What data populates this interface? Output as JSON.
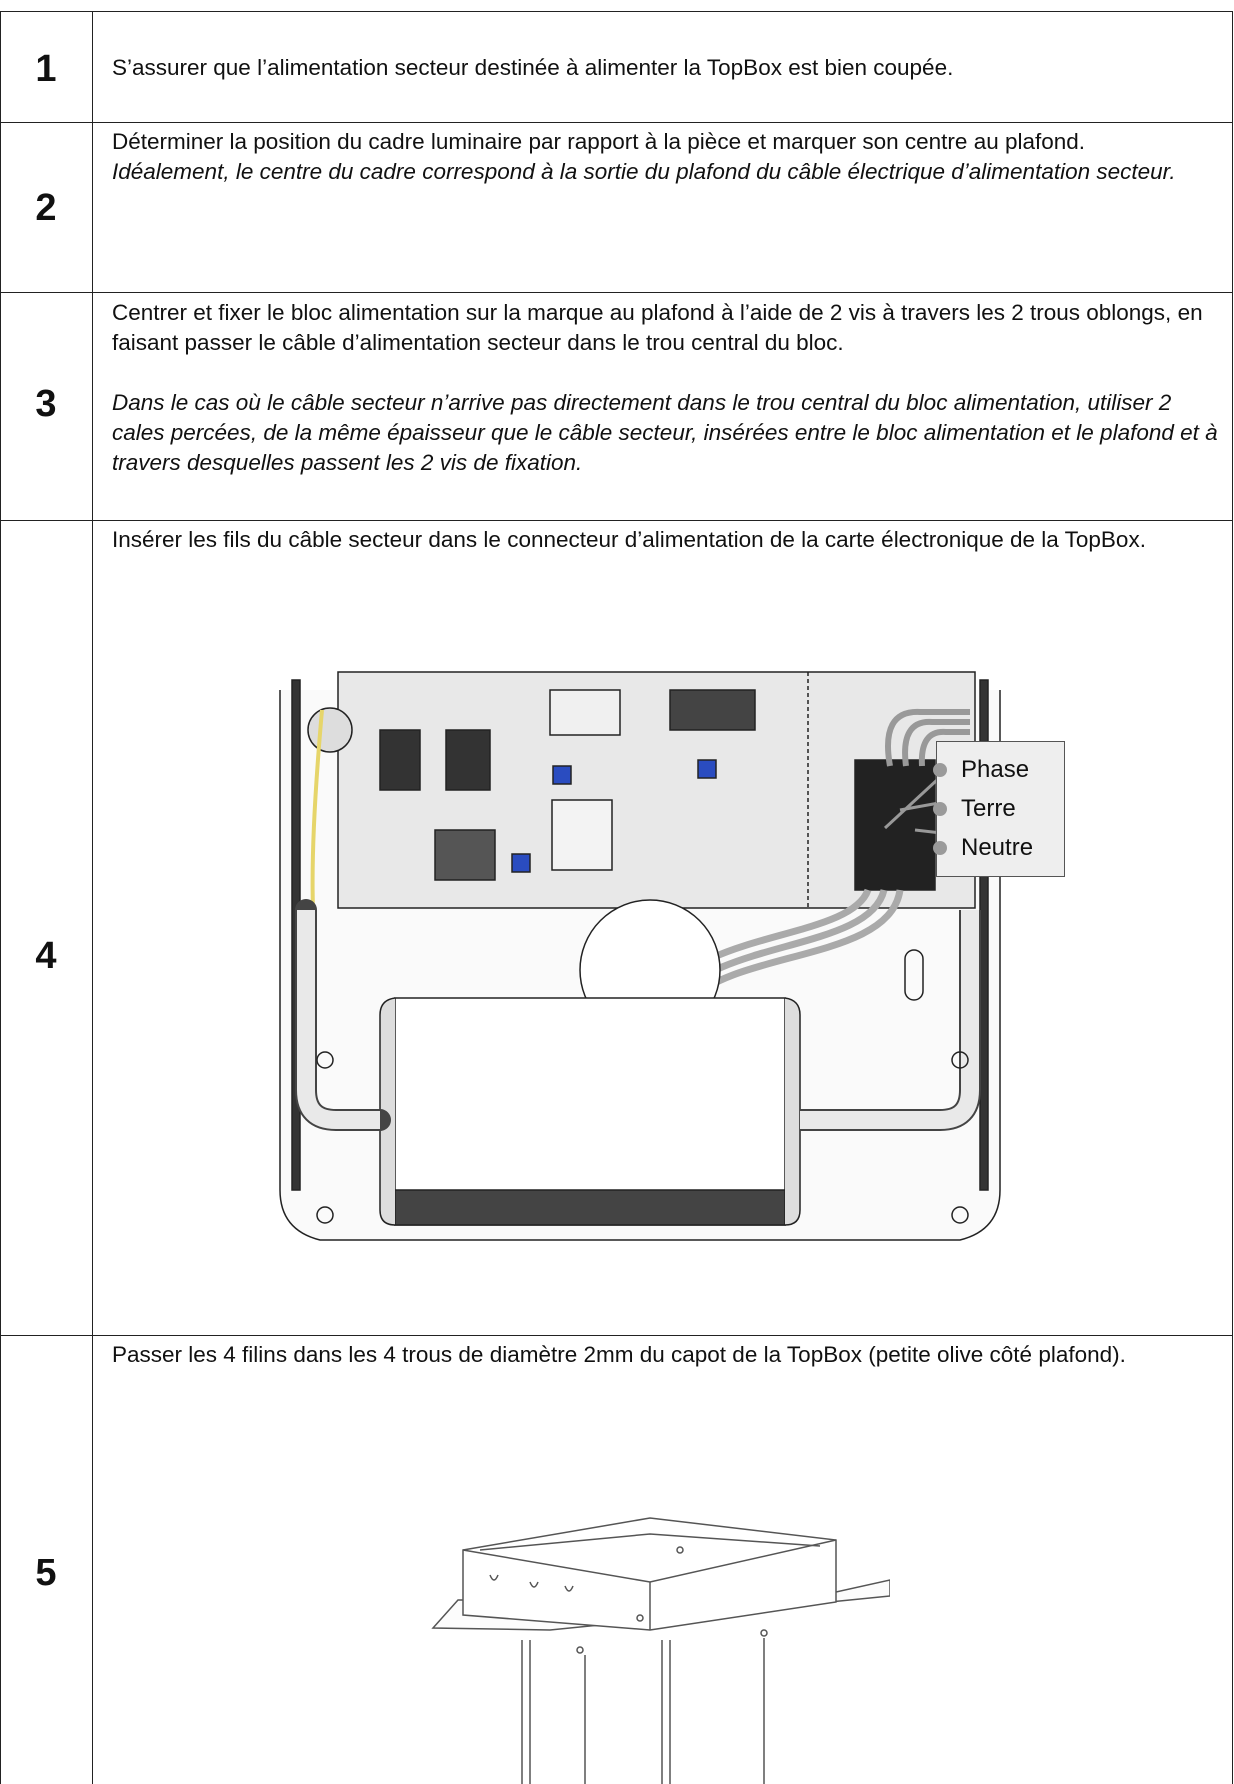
{
  "steps": [
    {
      "number": "1",
      "text": "S’assurer que l’alimentation secteur destinée à alimenter la TopBox est bien coupée."
    },
    {
      "number": "2",
      "text": "Déterminer la position du cadre luminaire par rapport à la pièce et marquer son centre au plafond.",
      "note": "Idéalement, le centre du cadre correspond à la sortie du plafond du câble électrique d’alimentation secteur."
    },
    {
      "number": "3",
      "text": "Centrer et fixer le bloc alimentation sur la marque au plafond à l’aide de 2 vis à travers les 2 trous oblongs, en faisant passer le câble d’alimentation secteur dans le trou central du bloc.",
      "note": "Dans le cas où le câble secteur n’arrive pas directement dans le trou central du bloc alimentation, utiliser 2 cales percées, de la même épaisseur que le câble secteur, insérées entre le bloc alimentation et le plafond et à travers desquelles passent les 2 vis de fixation."
    },
    {
      "number": "4",
      "text": "Insérer les fils du câble secteur dans le connecteur d’alimentation de la carte électronique de la TopBox.",
      "callouts": [
        "Phase",
        "Terre",
        "Neutre"
      ]
    },
    {
      "number": "5",
      "text": "Passer les 4 filins dans les 4 trous de diamètre 2mm du capot de la TopBox (petite olive côté plafond)."
    }
  ]
}
